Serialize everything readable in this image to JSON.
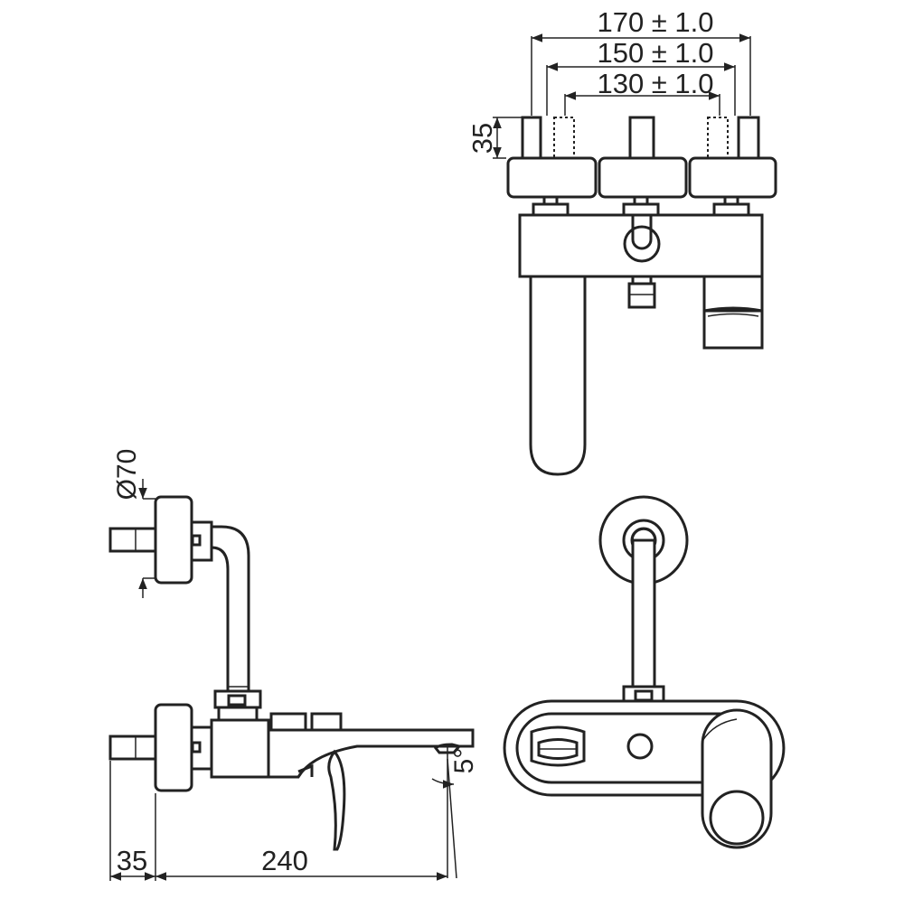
{
  "dimensions": {
    "top_width_170": "170 ± 1.0",
    "top_width_150": "150 ± 1.0",
    "top_width_130": "130 ± 1.0",
    "top_height_35": "35",
    "diameter_70": "Ø70",
    "bottom_35": "35",
    "bottom_240": "240",
    "angle_5": "5°"
  }
}
